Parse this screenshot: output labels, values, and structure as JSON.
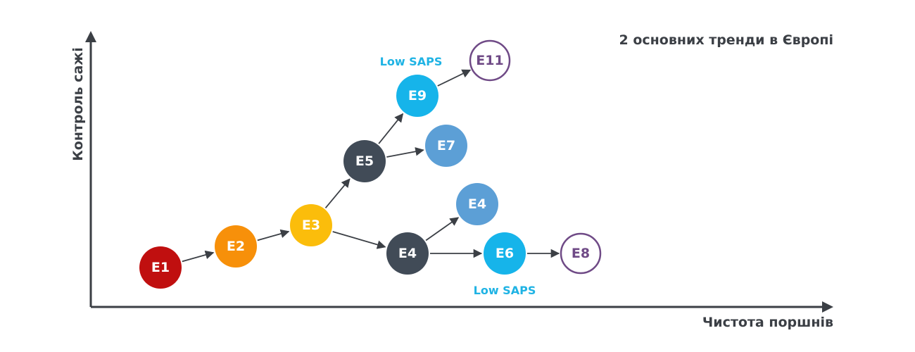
{
  "title": "2 основних тренди в Європі",
  "axes": {
    "x_label": "Чистота поршнів",
    "y_label": "Контроль сажі"
  },
  "colors": {
    "axis": "#3b3f45",
    "arrow": "#3b3f45",
    "note": "#1fb3e4"
  },
  "nodes": [
    {
      "id": "n-e1",
      "label": "E1",
      "fill": "#c00f0f",
      "style": "filled"
    },
    {
      "id": "n-e2",
      "label": "E2",
      "fill": "#f7900a",
      "style": "filled"
    },
    {
      "id": "n-e3",
      "label": "E3",
      "fill": "#fbbd0b",
      "style": "filled"
    },
    {
      "id": "n-e5",
      "label": "E5",
      "fill": "#414b57",
      "style": "filled"
    },
    {
      "id": "n-e4a",
      "label": "E4",
      "fill": "#414b57",
      "style": "filled"
    },
    {
      "id": "n-e9",
      "label": "E9",
      "fill": "#16b4ea",
      "style": "filled"
    },
    {
      "id": "n-e7",
      "label": "E7",
      "fill": "#5c9fd6",
      "style": "filled"
    },
    {
      "id": "n-e4b",
      "label": "E4",
      "fill": "#5c9fd6",
      "style": "filled"
    },
    {
      "id": "n-e6",
      "label": "E6",
      "fill": "#16b4ea",
      "style": "filled"
    },
    {
      "id": "n-e11",
      "label": "E11",
      "fill": "#6f4a86",
      "style": "outline"
    },
    {
      "id": "n-e8",
      "label": "E8",
      "fill": "#6f4a86",
      "style": "outline"
    }
  ],
  "edges": [
    {
      "from": "n-e1",
      "to": "n-e2"
    },
    {
      "from": "n-e2",
      "to": "n-e3"
    },
    {
      "from": "n-e3",
      "to": "n-e5"
    },
    {
      "from": "n-e3",
      "to": "n-e4a"
    },
    {
      "from": "n-e5",
      "to": "n-e9"
    },
    {
      "from": "n-e5",
      "to": "n-e7"
    },
    {
      "from": "n-e9",
      "to": "n-e11"
    },
    {
      "from": "n-e4a",
      "to": "n-e4b"
    },
    {
      "from": "n-e4a",
      "to": "n-e6"
    },
    {
      "from": "n-e6",
      "to": "n-e8"
    }
  ],
  "notes": [
    {
      "id": "note-top",
      "text": "Low SAPS"
    },
    {
      "id": "note-bottom",
      "text": "Low SAPS"
    }
  ]
}
